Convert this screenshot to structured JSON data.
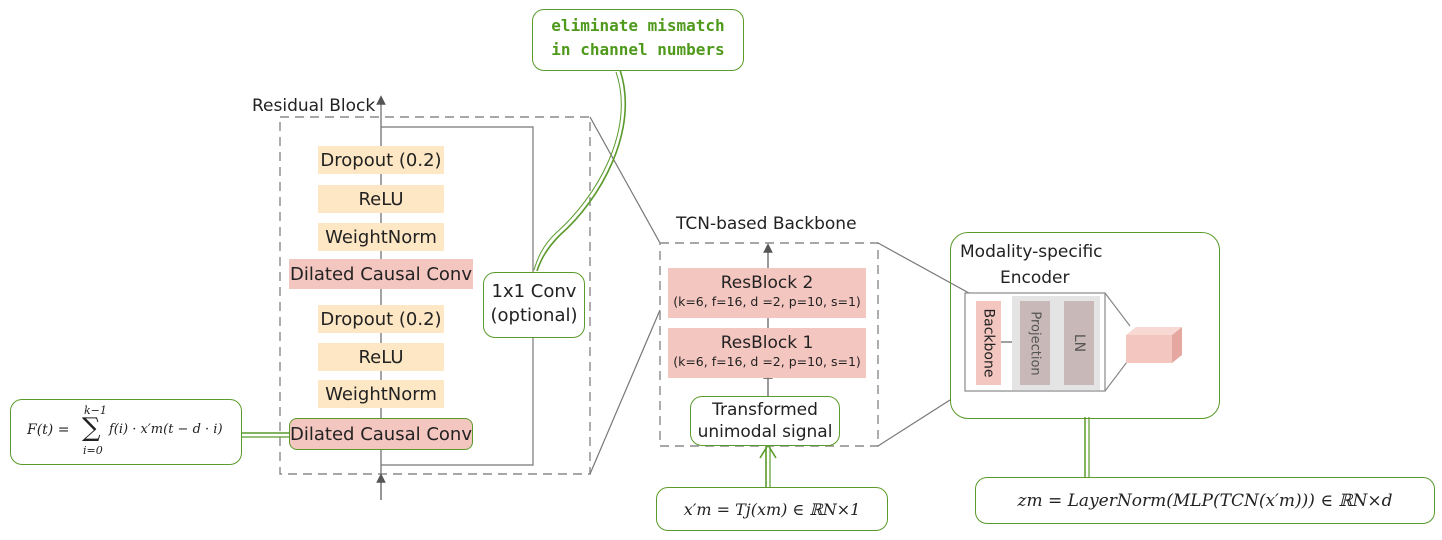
{
  "residual_block": {
    "title": "Residual Block",
    "layers": [
      {
        "label": "Dropout (0.2)",
        "kind": "yellow"
      },
      {
        "label": "ReLU",
        "kind": "yellow"
      },
      {
        "label": "WeightNorm",
        "kind": "yellow"
      },
      {
        "label": "Dilated Causal Conv",
        "kind": "pink"
      },
      {
        "label": "Dropout (0.2)",
        "kind": "yellow"
      },
      {
        "label": "ReLU",
        "kind": "yellow"
      },
      {
        "label": "WeightNorm",
        "kind": "yellow"
      },
      {
        "label": "Dilated Causal Conv",
        "kind": "pink"
      }
    ],
    "skip": {
      "line1": "1x1 Conv",
      "line2": "(optional)"
    }
  },
  "note": {
    "line1": "eliminate mismatch",
    "line2": "in channel numbers"
  },
  "formula_left": {
    "lhs": "F(t) =",
    "sum_top": "k−1",
    "sum_bottom": "i=0",
    "body": "f(i) · x′m(t − d · i)"
  },
  "tcn": {
    "title": "TCN-based Backbone",
    "blocks": [
      {
        "name": "ResBlock 2",
        "params": "(k=6, f=16, d =2, p=10, s=1)"
      },
      {
        "name": "ResBlock 1",
        "params": "(k=6, f=16, d =2, p=10, s=1)"
      }
    ],
    "input": {
      "line1": "Transformed",
      "line2": "unimodal signal"
    },
    "input_formula": "x′m = Tj(xm) ∈ ℝN×1"
  },
  "encoder": {
    "title_line1": "Modality-specific",
    "title_line2": "Encoder",
    "parts": [
      "Backbone",
      "Projection",
      "LN"
    ],
    "formula": "zm = LayerNorm(MLP(TCN(x′m))) ∈ ℝN×d"
  },
  "colors": {
    "yellow": "#fde7c4",
    "pink": "#f4c6c0",
    "green": "#5a9a2a",
    "grey": "#c8b8b8"
  }
}
